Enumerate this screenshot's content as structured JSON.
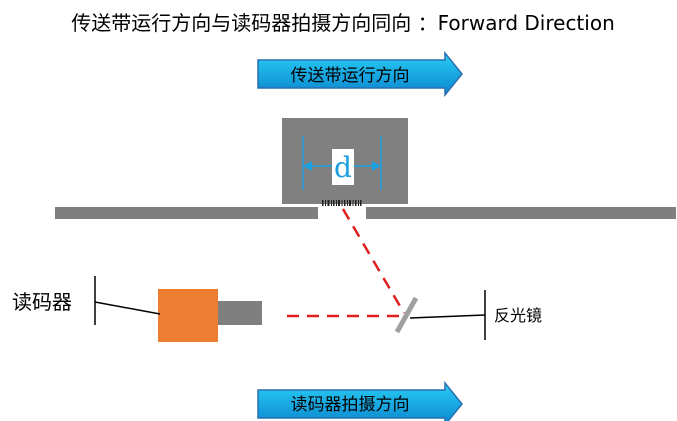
{
  "title": "传送带运行方向与读码器拍摄方向同向 ：Forward Direction",
  "top_arrow": {
    "label": "传送带运行方向"
  },
  "bottom_arrow": {
    "label": "读码器拍摄方向"
  },
  "reader": {
    "label": "读码器"
  },
  "mirror": {
    "label": "反光镜"
  },
  "dimension": {
    "label": "d"
  },
  "colors": {
    "arrow_fill_top": "#1fc8f2",
    "arrow_fill_bottom": "#0a8fd6",
    "arrow_outline": "#2a6fb0",
    "conveyor": "#7f7f7f",
    "package": "#808080",
    "reader_body": "#ed7d31",
    "reader_lens": "#7f7f7f",
    "laser": "#e02020",
    "dimension": "#1a9fe0"
  }
}
